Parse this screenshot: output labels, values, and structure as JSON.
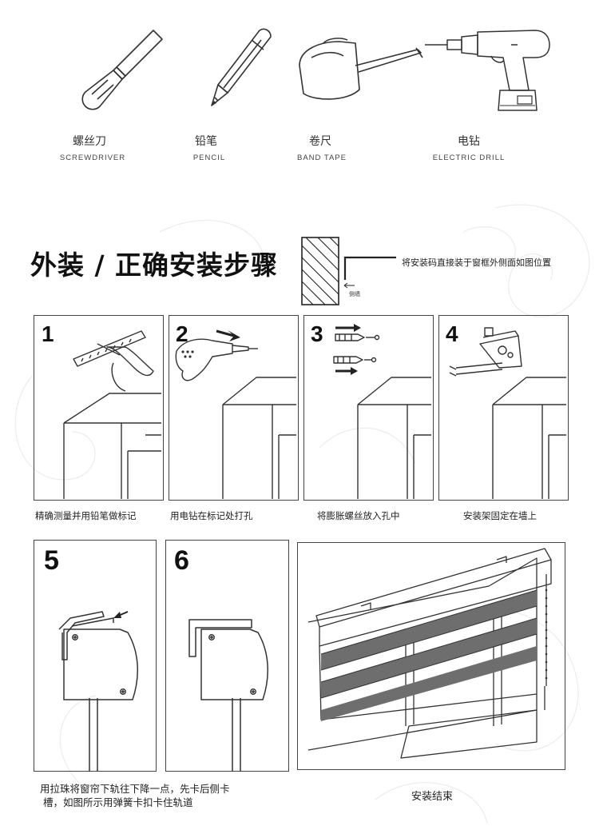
{
  "tools": [
    {
      "cn": "螺丝刀",
      "en": "SCREWDRIVER",
      "icon": "screwdriver-icon"
    },
    {
      "cn": "铅笔",
      "en": "PENCIL",
      "icon": "pencil-icon"
    },
    {
      "cn": "卷尺",
      "en": "BAND TAPE",
      "icon": "tape-measure-icon"
    },
    {
      "cn": "电钻",
      "en": "ELECTRIC DRILL",
      "icon": "electric-drill-icon"
    }
  ],
  "section": {
    "title": "外装 / 正确安装步骤",
    "note": "将安装码直接装于窗框外侧面如图位置",
    "side_label": "侧墙"
  },
  "steps": [
    {
      "num": "1",
      "caption": "精确测量并用铅笔做标记"
    },
    {
      "num": "2",
      "caption": "用电钻在标记处打孔"
    },
    {
      "num": "3",
      "caption": "将膨胀螺丝放入孔中"
    },
    {
      "num": "4",
      "caption": "安装架固定在墙上"
    },
    {
      "num": "5",
      "caption_line1": "用拉珠将窗帘下轨往下降一点，先卡后侧卡",
      "caption_line2": "槽，如图所示用弹簧卡扣卡住轨道"
    },
    {
      "num": "6"
    },
    {
      "caption": "安装结束"
    }
  ],
  "colors": {
    "line": "#333333",
    "stripe": "#6e6e6e",
    "background": "#ffffff"
  }
}
